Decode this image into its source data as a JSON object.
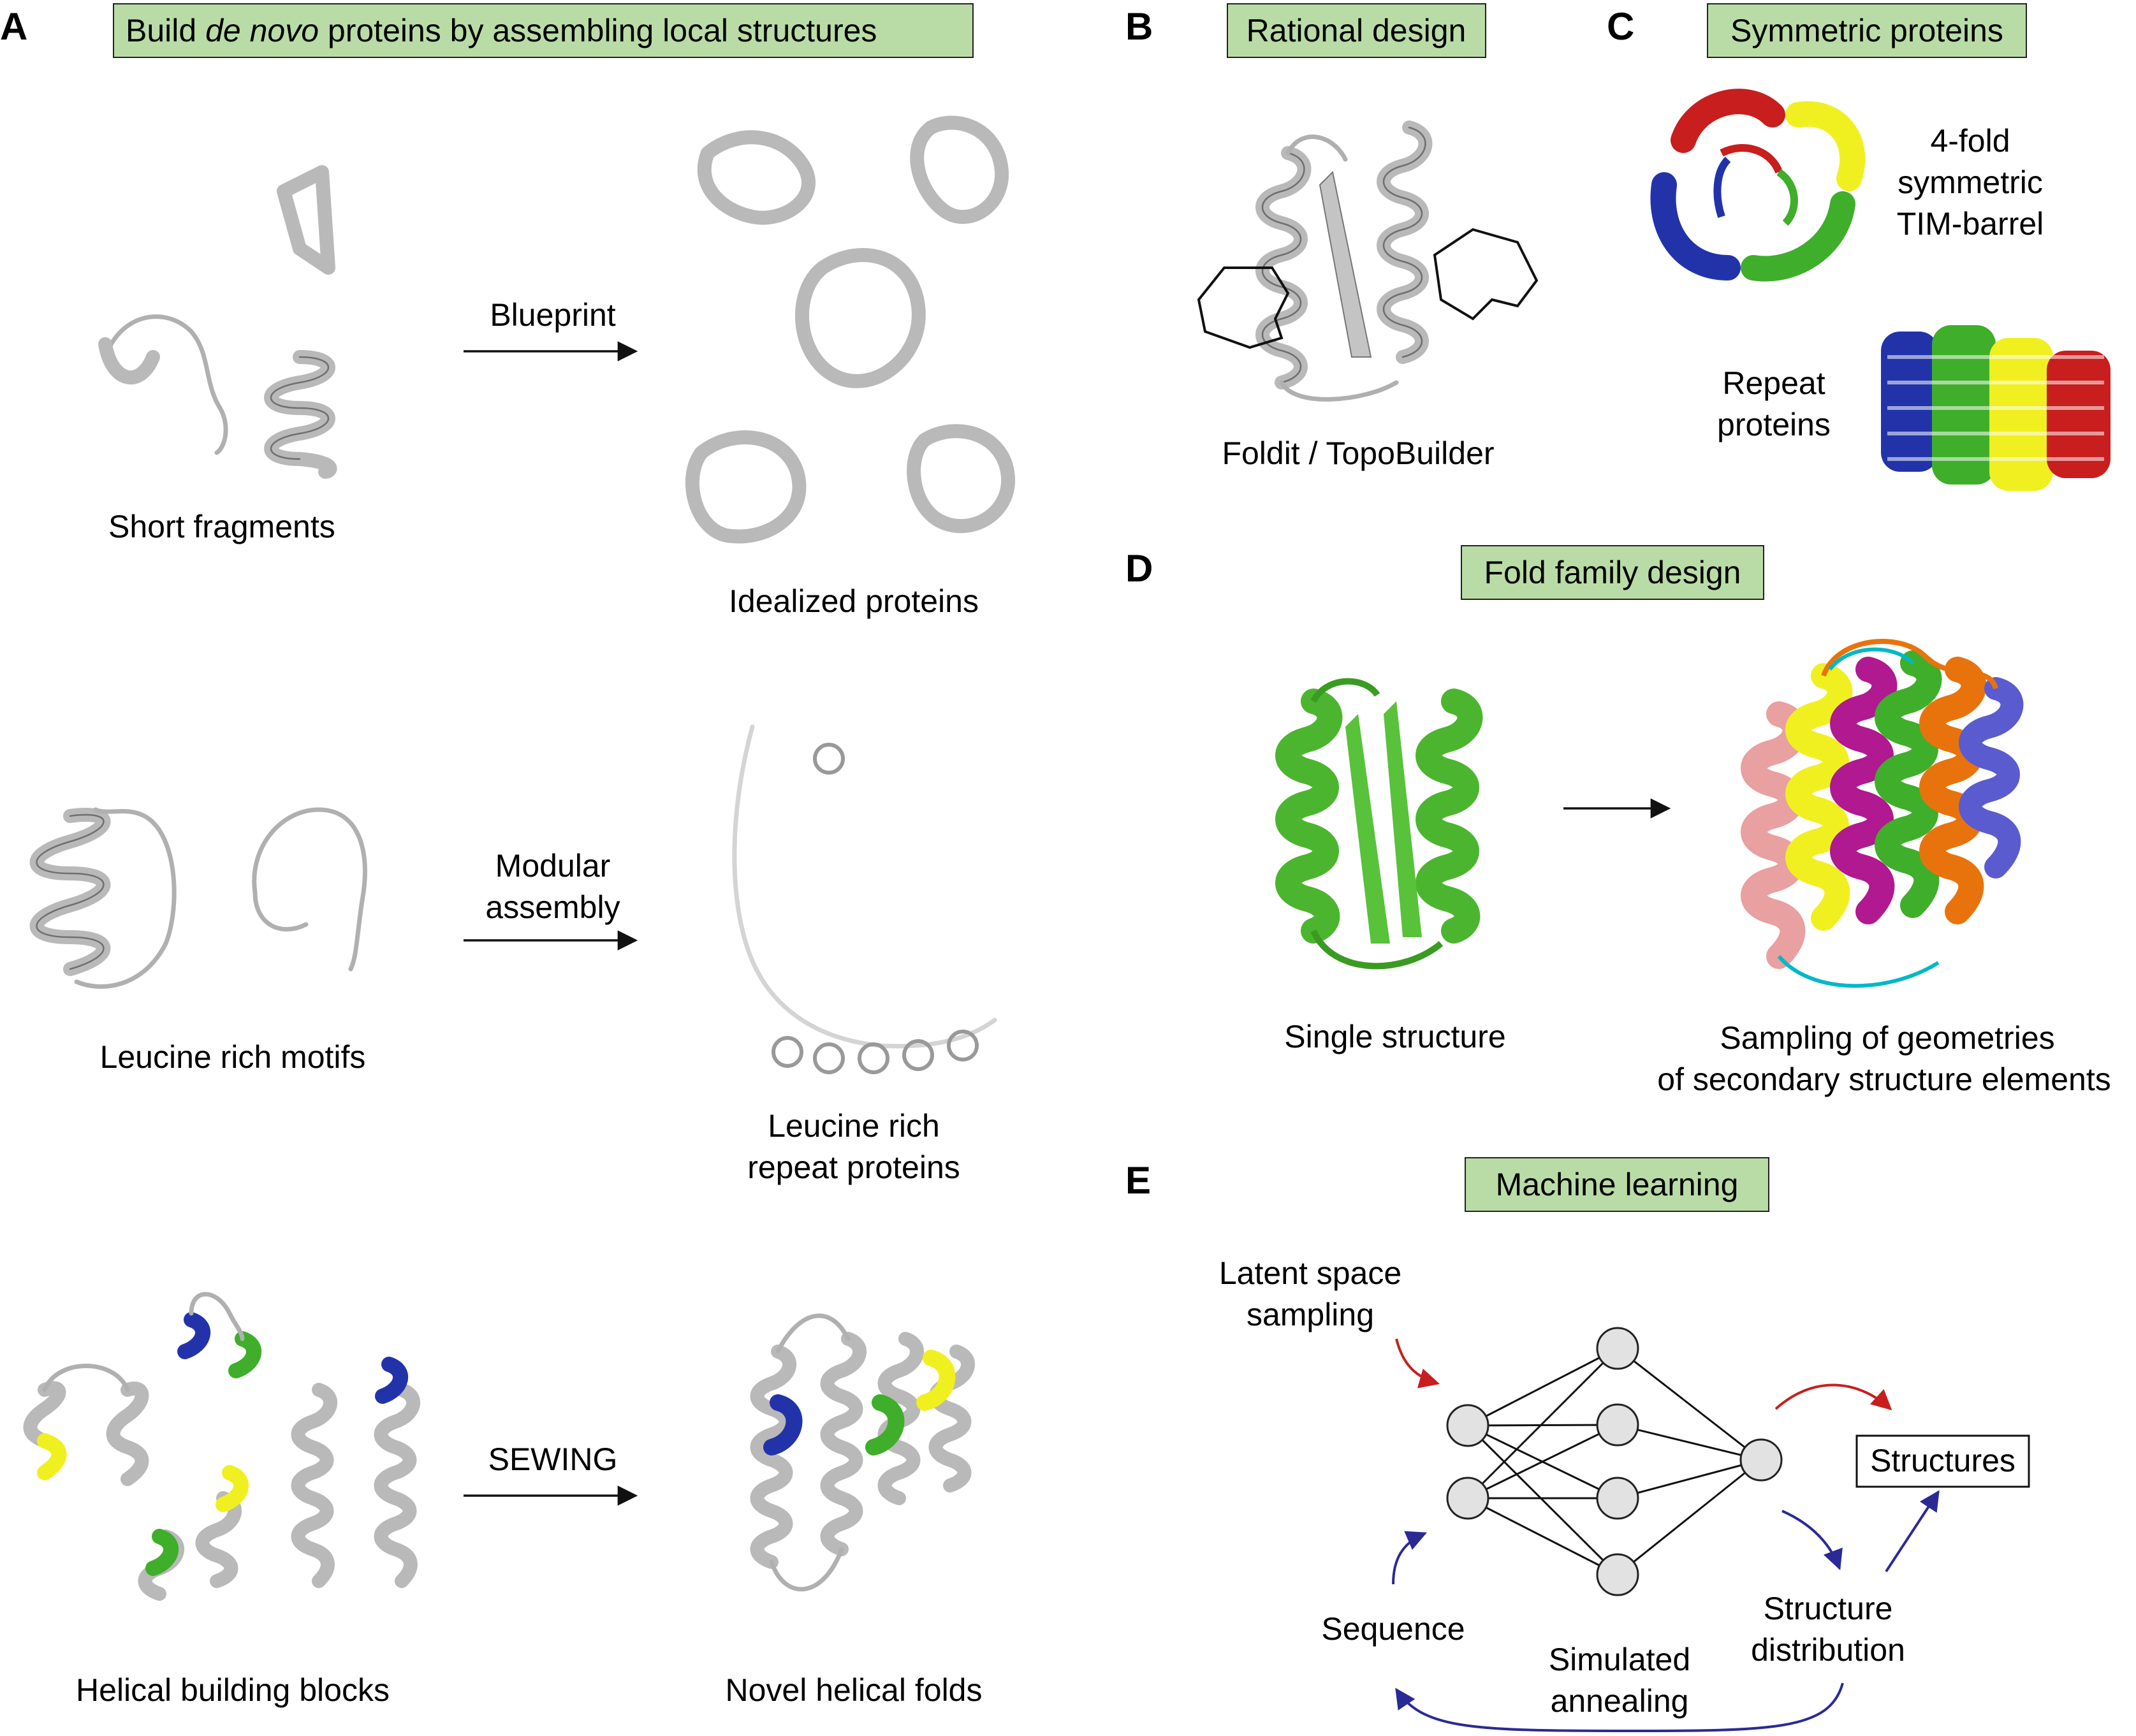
{
  "panels": {
    "A": {
      "letter": "A",
      "title_before": "Build ",
      "title_italic": "de novo",
      "title_after": " proteins by assembling local structures",
      "row1": {
        "left_label": "Short fragments",
        "arrow_label": "Blueprint",
        "right_label": "Idealized proteins"
      },
      "row2": {
        "left_label": "Leucine rich motifs",
        "arrow_label_line1": "Modular",
        "arrow_label_line2": "assembly",
        "right_label_line1": "Leucine rich",
        "right_label_line2": "repeat proteins"
      },
      "row3": {
        "left_label": "Helical building blocks",
        "arrow_label": "SEWING",
        "right_label": "Novel helical folds"
      }
    },
    "B": {
      "letter": "B",
      "title": "Rational design",
      "label": "Foldit / TopoBuilder"
    },
    "C": {
      "letter": "C",
      "title": "Symmetric proteins",
      "label1_line1": "4-fold",
      "label1_line2": "symmetric",
      "label1_line3": "TIM-barrel",
      "label2_line1": "Repeat",
      "label2_line2": "proteins"
    },
    "D": {
      "letter": "D",
      "title": "Fold family design",
      "left_label": "Single structure",
      "right_label_line1": "Sampling of geometries",
      "right_label_line2": "of secondary structure elements"
    },
    "E": {
      "letter": "E",
      "title": "Machine learning",
      "latent_line1": "Latent space",
      "latent_line2": "sampling",
      "sequence": "Sequence",
      "annealing_line1": "Simulated",
      "annealing_line2": "annealing",
      "distribution_line1": "Structure",
      "distribution_line2": "distribution",
      "structures": "Structures"
    }
  },
  "colors": {
    "title_fill": "#b9dca6",
    "protein_grey": "#b9b9b9",
    "blue": "#2233aa",
    "green": "#3fae2a",
    "yellow": "#f0f020",
    "red": "#c81e1e",
    "magenta": "#b0198f",
    "orange": "#e8730c",
    "arrow_red": "#c81e1e",
    "arrow_blue": "#2a2a96"
  }
}
